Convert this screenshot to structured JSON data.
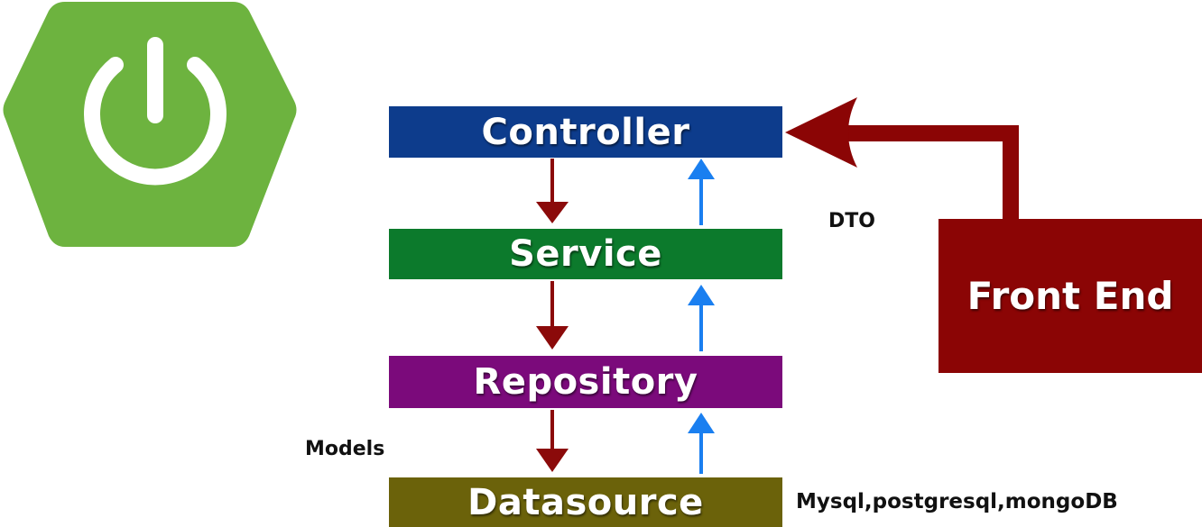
{
  "logo": {
    "icon": "power-icon",
    "color": "#6db33f"
  },
  "layers": {
    "controller": {
      "label": "Controller",
      "color": "#0d3c8c"
    },
    "service": {
      "label": "Service",
      "color": "#0c7a2c"
    },
    "repository": {
      "label": "Repository",
      "color": "#7b0a7b"
    },
    "datasource": {
      "label": "Datasource",
      "color": "#6b620a"
    }
  },
  "front_end": {
    "label": "Front End",
    "color": "#8b0505"
  },
  "annotations": {
    "dto": "DTO",
    "models": "Models",
    "databases": "Mysql,postgresql,mongoDB"
  },
  "arrow_colors": {
    "down": "#8b0a0a",
    "up": "#1a7ff0",
    "front_end": "#8b0505"
  }
}
